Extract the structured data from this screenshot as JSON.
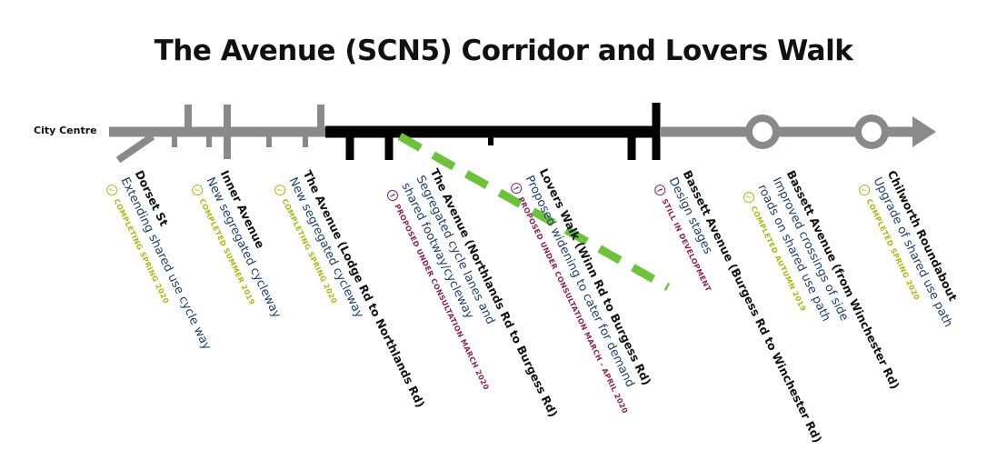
{
  "title": "The Avenue (SCN5) Corridor and Lovers Walk",
  "origin_label": "City Centre",
  "colors": {
    "line_grey": "#8a8a8a",
    "line_black": "#000000",
    "proposed_green": "#6cc23a",
    "completed_status": "#a4bd12",
    "proposed_status": "#8b2252",
    "description_text": "#1c3f6e"
  },
  "stops": [
    {
      "name": "Dorset St",
      "description": [
        "Extending shared use cycle way"
      ],
      "status": "COMPLETING SPRING 2020",
      "status_type": "completed",
      "status_icon": "check-icon"
    },
    {
      "name": "Inner Avenue",
      "description": [
        "New segregated cycleway"
      ],
      "status": "COMPLETED SUMMER 2019",
      "status_type": "completed",
      "status_icon": "check-icon"
    },
    {
      "name": "The Avenue (Lodge Rd to Northlands Rd)",
      "description": [
        "New segregated cycleway"
      ],
      "status": "COMPLETING SPRING 2020",
      "status_type": "completed",
      "status_icon": "check-icon"
    },
    {
      "name": "The Avenue (Northlands Rd to Burgess Rd)",
      "description": [
        "Segregated cycle lanes and",
        "shared footway/cycleway"
      ],
      "status": "PROPOSED UNDER CONSULTATION MARCH 2020",
      "status_type": "proposed",
      "status_icon": "exclamation-icon"
    },
    {
      "name": "Lovers Walk (Winn Rd to Burgess Rd)",
      "description": [
        "Proposed widening to cater for demand"
      ],
      "status": "PROPOSED UNDER CONSULTATION MARCH - APRIL 2020",
      "status_type": "proposed",
      "status_icon": "exclamation-icon"
    },
    {
      "name": "Bassett Avenue (Burgess Rd to Winchester Rd)",
      "description": [
        "Design stages"
      ],
      "status": "STILL IN DEVELOPMENT",
      "status_type": "proposed",
      "status_icon": "exclamation-icon"
    },
    {
      "name": "Bassett Avenue (from Winchester Rd)",
      "description": [
        "Improved crossings of side",
        "roads on shared use path"
      ],
      "status": "COMPLETED AUTUMN 2019",
      "status_type": "completed",
      "status_icon": "check-icon"
    },
    {
      "name": "Chilworth Roundabout",
      "description": [
        "Upgrade of shared use path"
      ],
      "status": "COMPLETED SPRING 2020",
      "status_type": "completed",
      "status_icon": "check-icon"
    }
  ]
}
